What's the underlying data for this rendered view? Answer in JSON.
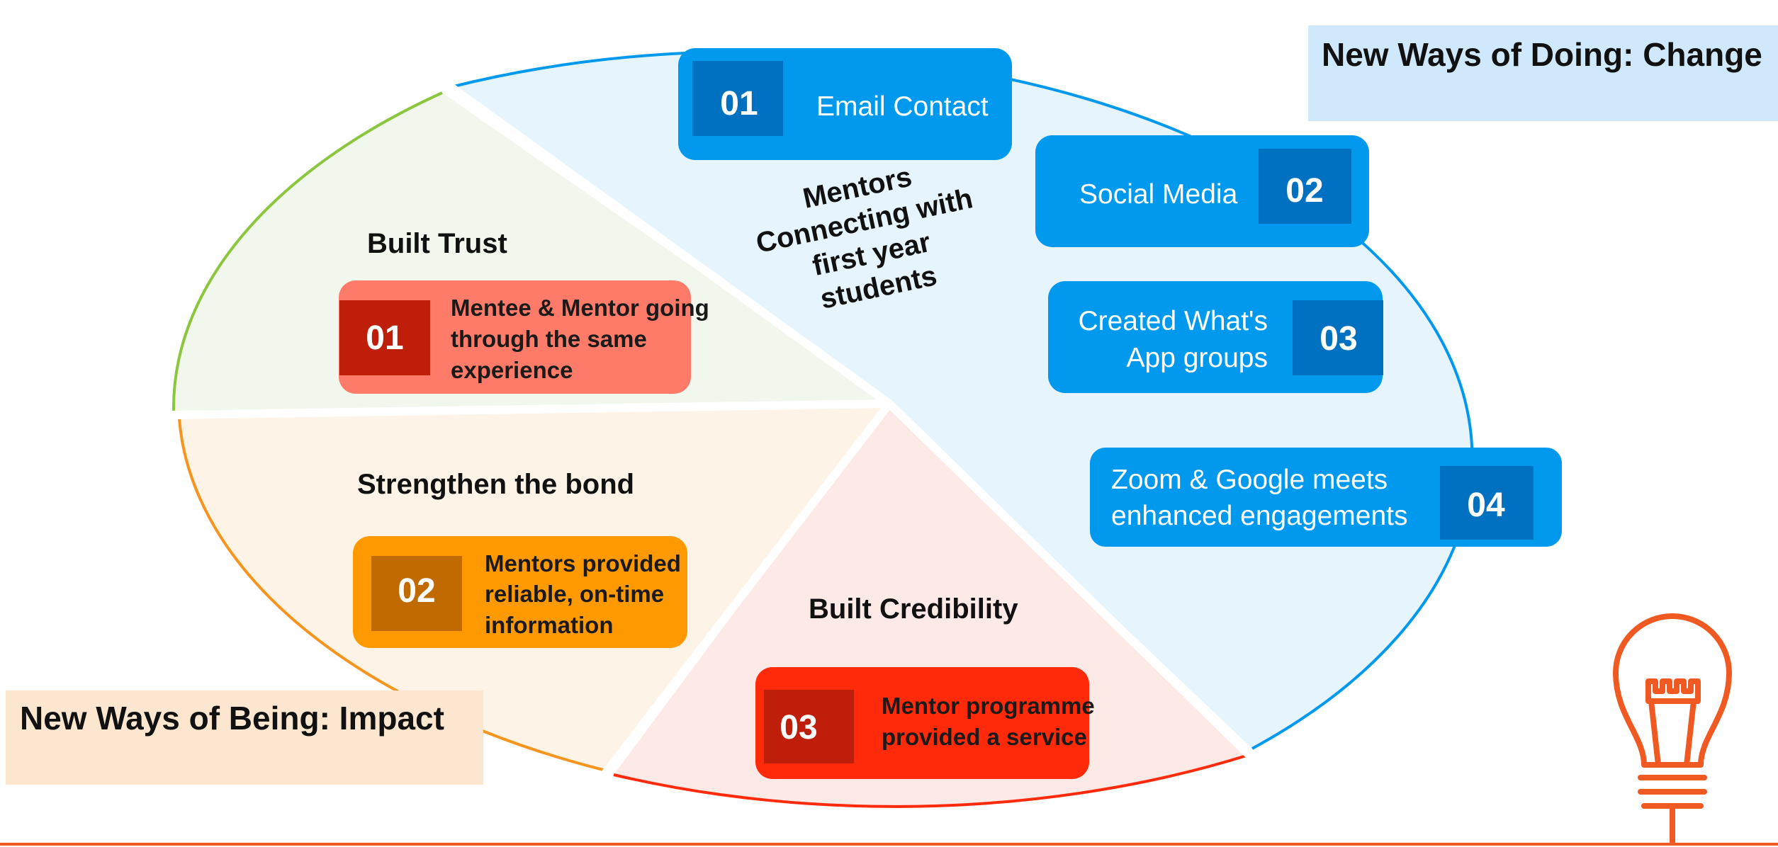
{
  "center": {
    "lines": [
      "Mentors",
      "Connecting with",
      "first year",
      "students"
    ]
  },
  "change_label": "New Ways of Doing: Change",
  "impact_label": "New Ways of Being: Impact",
  "impacts": [
    {
      "heading": "Built Trust",
      "number": "01",
      "lines": [
        "Mentee & Mentor going",
        "through the same",
        "experience"
      ]
    },
    {
      "heading": "Strengthen the bond",
      "number": "02",
      "lines": [
        "Mentors provided",
        "reliable, on-time",
        "information"
      ]
    },
    {
      "heading": "Built Credibility",
      "number": "03",
      "lines": [
        "Mentor programme",
        "provided a service"
      ]
    }
  ],
  "changes": [
    {
      "number": "01",
      "lines": [
        "Email Contact"
      ]
    },
    {
      "number": "02",
      "lines": [
        "Social Media"
      ]
    },
    {
      "number": "03",
      "lines": [
        "Created What's",
        "App groups"
      ]
    },
    {
      "number": "04",
      "lines": [
        "Zoom & Google meets",
        "enhanced engagements"
      ]
    }
  ],
  "colors": {
    "change_blue": "#0099ee",
    "change_fill": "#e6f4fd",
    "change_label_bg": "#cfe8fb",
    "trust_red": "#ff7b69",
    "trust_dark": "#bf1e0b",
    "trust_fill": "#f2f7ee",
    "trust_edge": "#8cc63f",
    "bond_orange": "#ff9900",
    "bond_dark": "#c06a00",
    "bond_fill": "#fdf3e6",
    "bond_edge": "#f7941d",
    "cred_red": "#ff2a0a",
    "cred_dark": "#bf1e0b",
    "cred_fill": "#fde9e6",
    "impact_label_bg": "#fde6cf",
    "bulb": "#f05a22"
  },
  "icons": [
    "lightbulb-icon"
  ]
}
